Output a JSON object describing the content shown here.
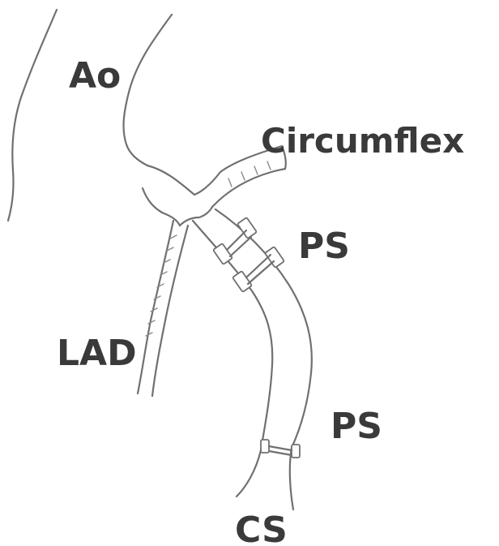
{
  "labels": {
    "aorta": "Ao",
    "circumflex": "Circumflex",
    "lad": "LAD",
    "ps_upper": "PS",
    "ps_lower": "PS",
    "cs": "CS"
  }
}
